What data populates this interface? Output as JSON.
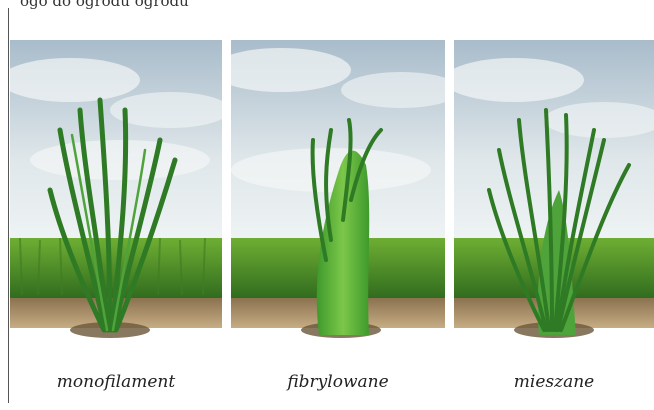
{
  "header": {
    "text": "ogo do ogrodu ogrodu"
  },
  "panels": [
    {
      "caption": "monofilament",
      "type": "monofilament"
    },
    {
      "caption": "fibrylowane",
      "type": "fibrillated"
    },
    {
      "caption": "mieszane",
      "type": "mixed"
    }
  ],
  "colors": {
    "sky_top": "#a9bccb",
    "sky_bottom": "#eef3f4",
    "grass_dark": "#2f6a1e",
    "grass_light": "#6fae33",
    "soil": "#c6ad83",
    "soil_dark": "#8b7250"
  }
}
